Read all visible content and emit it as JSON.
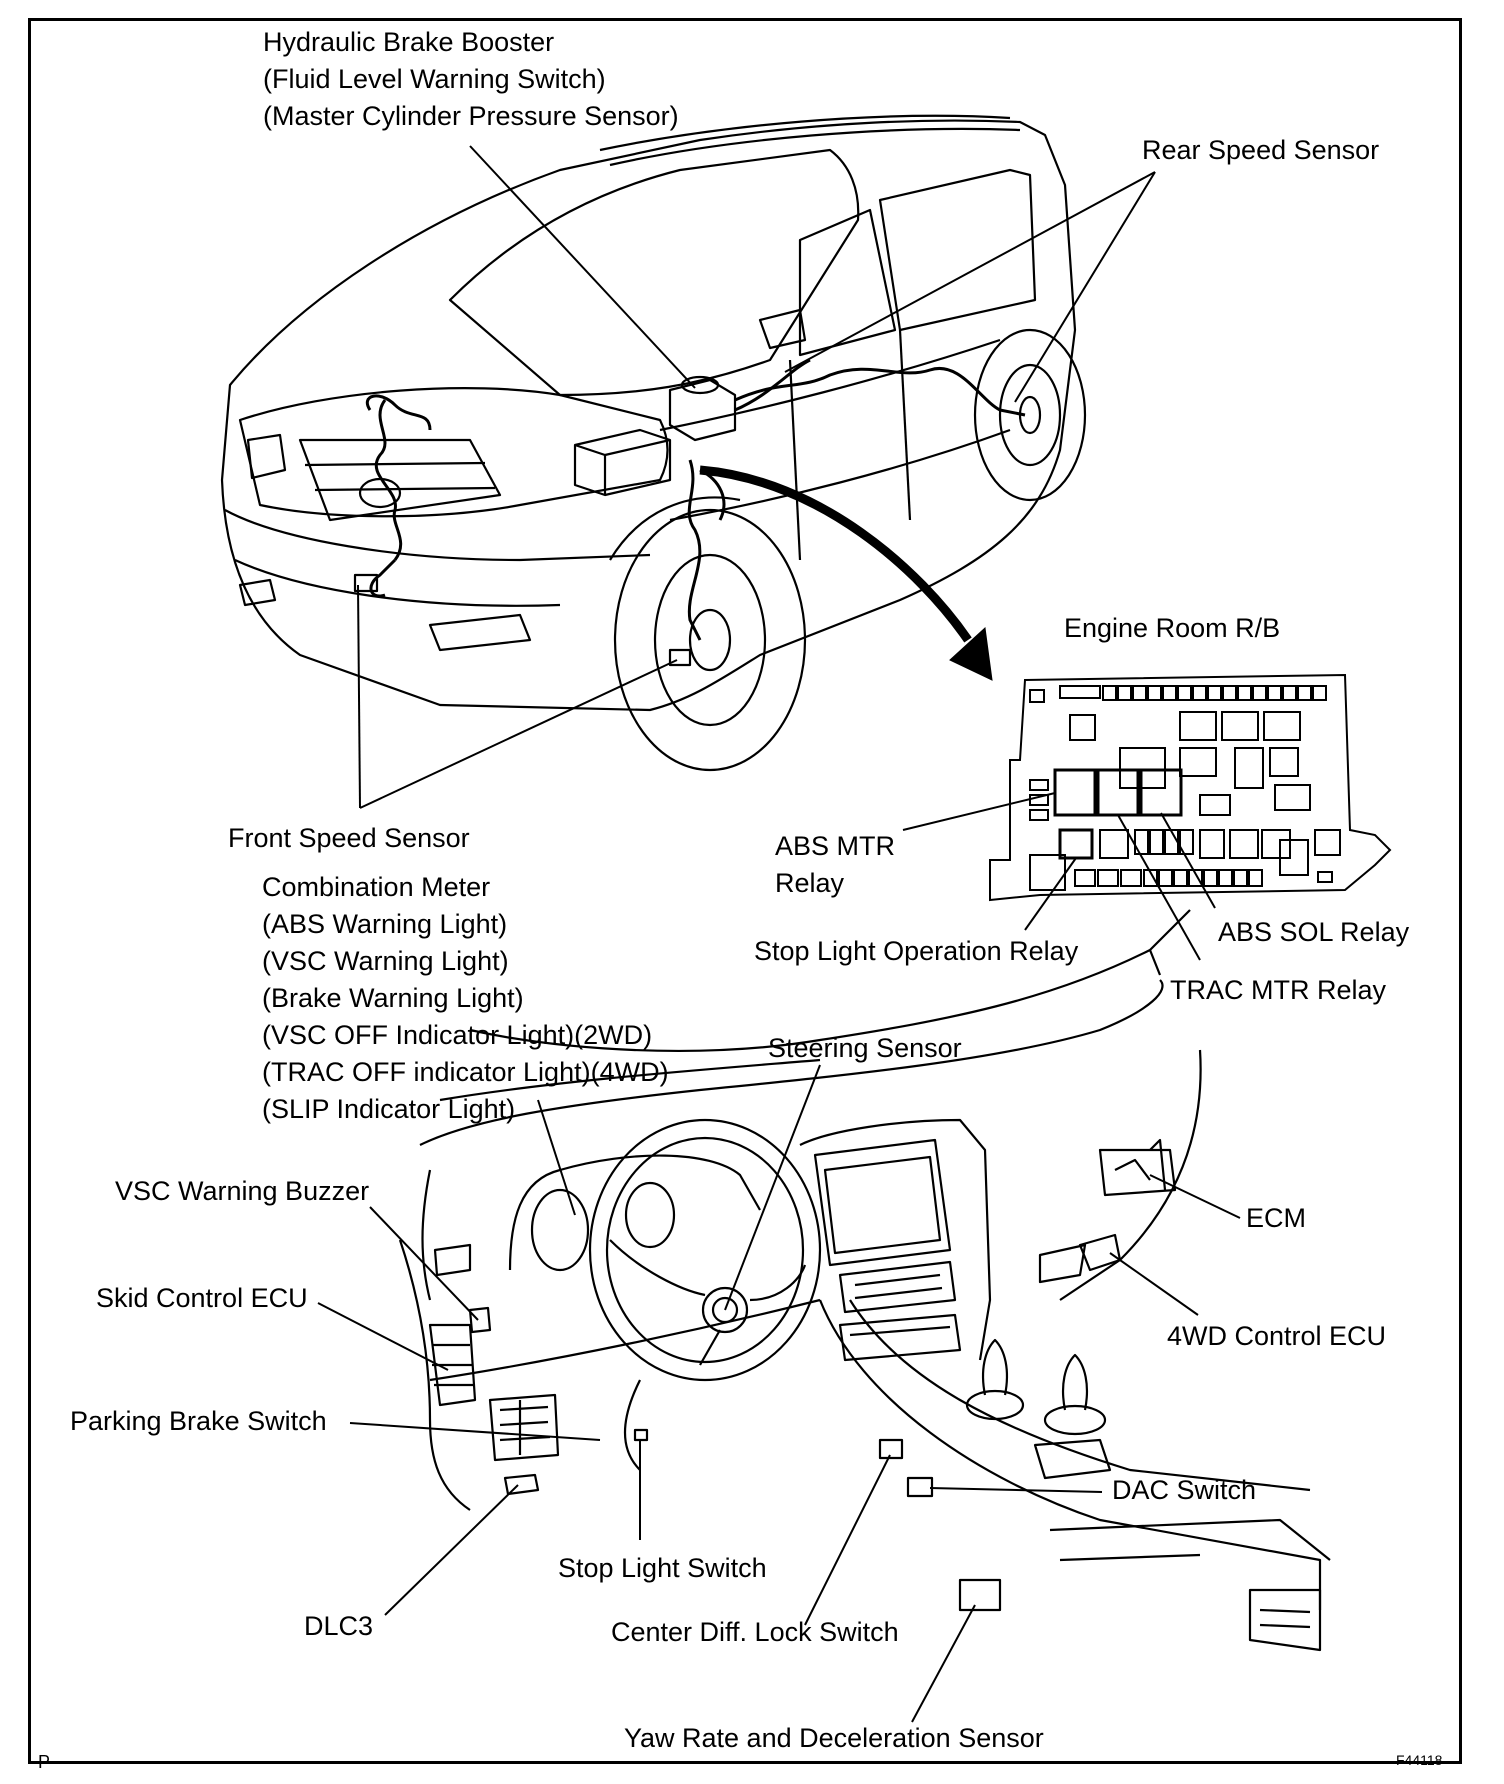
{
  "labels": {
    "booster_1": "Hydraulic Brake Booster",
    "booster_2": "(Fluid Level Warning Switch)",
    "booster_3": "(Master Cylinder Pressure Sensor)",
    "rear_speed_sensor": "Rear Speed Sensor",
    "engine_room_rb": "Engine Room R/B",
    "front_speed_sensor": "Front Speed Sensor",
    "abs_mtr_relay_1": "ABS MTR",
    "abs_mtr_relay_2": "Relay",
    "stop_light_operation_relay": "Stop Light Operation Relay",
    "abs_sol_relay": "ABS SOL Relay",
    "trac_mtr_relay": "TRAC MTR Relay",
    "combination_meter": [
      "Combination Meter",
      "(ABS Warning Light)",
      "(VSC Warning Light)",
      "(Brake Warning Light)",
      "(VSC OFF Indicator Light)(2WD)",
      "(TRAC OFF indicator Light)(4WD)",
      "(SLIP Indicator Light)"
    ],
    "steering_sensor": "Steering Sensor",
    "vsc_warning_buzzer": "VSC Warning Buzzer",
    "ecm": "ECM",
    "skid_control_ecu": "Skid Control ECU",
    "fourwd_control_ecu": "4WD Control ECU",
    "parking_brake_switch": "Parking Brake Switch",
    "dac_switch": "DAC Switch",
    "stop_light_switch": "Stop Light Switch",
    "dlc3": "DLC3",
    "center_diff_lock_switch": "Center Diff. Lock Switch",
    "yaw_rate_sensor": "Yaw Rate and Deceleration Sensor"
  },
  "corner": {
    "left": "P",
    "right": "F44118"
  }
}
